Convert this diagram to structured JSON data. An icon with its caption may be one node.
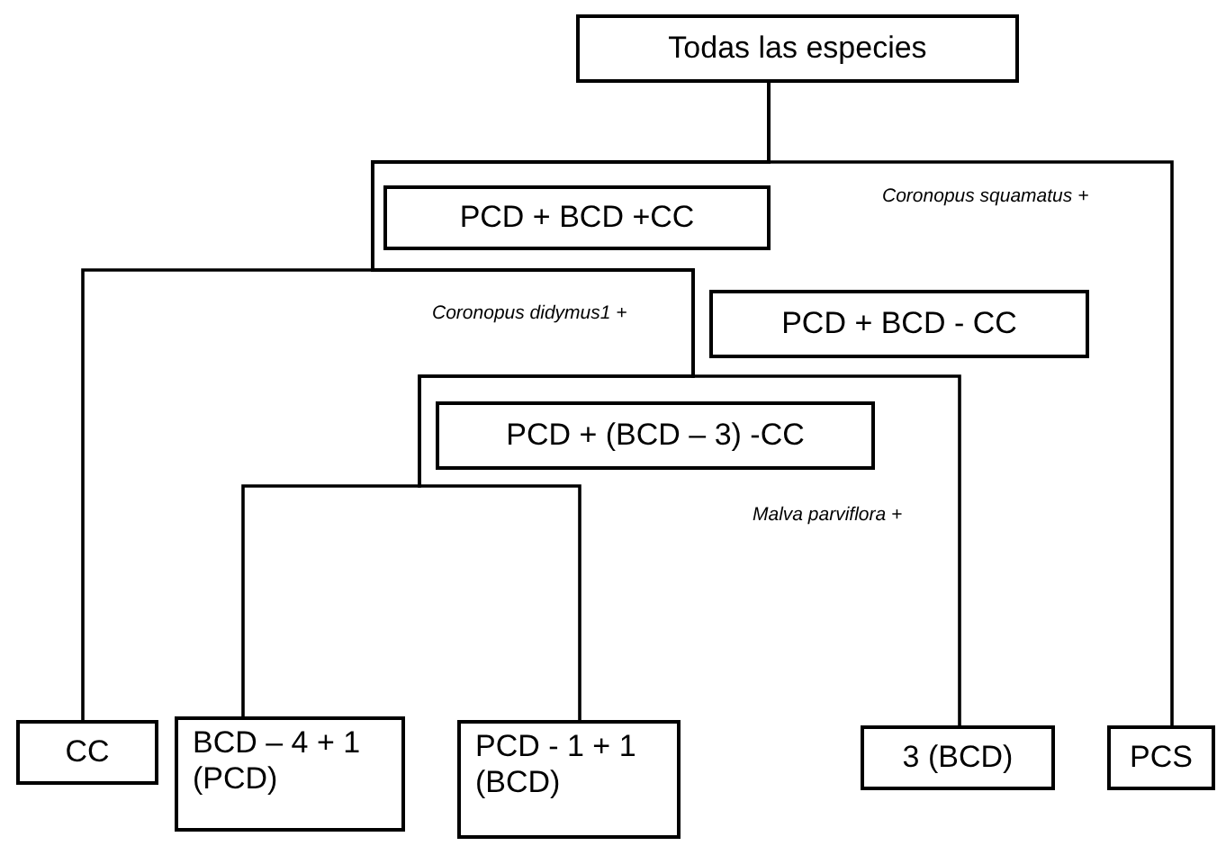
{
  "diagram": {
    "nodes": [
      {
        "text": [
          "Todas las especies"
        ]
      },
      {
        "text": [
          "PCD + BCD +CC"
        ]
      },
      {
        "text": [
          "PCD + BCD - CC"
        ]
      },
      {
        "text": [
          "PCD + (BCD – 3) -CC"
        ]
      },
      {
        "text": [
          "CC"
        ]
      },
      {
        "text": [
          "BCD – 4 + 1 (PCD)"
        ]
      },
      {
        "text": [
          "PCD - 1 + 1 (BCD)"
        ]
      },
      {
        "text": [
          "3 (BCD)"
        ]
      },
      {
        "text": [
          "PCS"
        ]
      }
    ],
    "edges": [
      {
        "from": 0,
        "to": 4,
        "arrow": "none"
      },
      {
        "from": 0,
        "to": 5,
        "arrow": "none"
      },
      {
        "from": 0,
        "to": 6,
        "arrow": "none"
      },
      {
        "from": 0,
        "to": 7,
        "arrow": "none"
      },
      {
        "from": 0,
        "to": 8,
        "arrow": "none"
      }
    ],
    "labels": [
      "Coronopus squamatus +",
      "Coronopus didymus1 +",
      "Malva parviflora +"
    ]
  }
}
